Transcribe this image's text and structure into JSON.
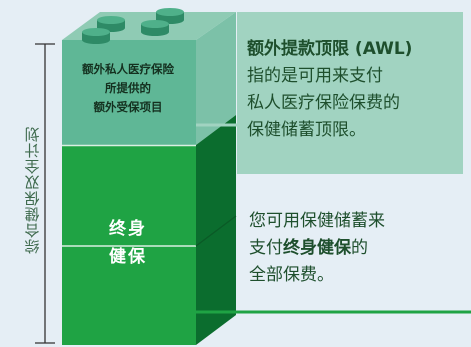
{
  "bracket_label": "综合健保双全计划",
  "stack": {
    "top_block_text": [
      "额外私人医疗保险",
      "所提供的",
      "额外受保项目"
    ],
    "bottom_block_text": [
      "终身",
      "健保"
    ]
  },
  "callout": {
    "heading": "额外提款顶限 (AWL)",
    "body": [
      "指的是可用来支付",
      "私人医疗保险保费的",
      "保健储蓄顶限。"
    ]
  },
  "note": {
    "line1": "您可用保健储蓄来",
    "line2_prefix": "支付",
    "line2_emphasis": "终身健保",
    "line2_suffix": "的",
    "line3": "全部保费。"
  },
  "colors": {
    "background": "#e5eef5",
    "light_green": "#a1d3c1",
    "top_block_front": "#5fb796",
    "block_front": "#1fa344",
    "block_side": "#0b6d2e",
    "text_dark_green": "#1e4f2d"
  }
}
